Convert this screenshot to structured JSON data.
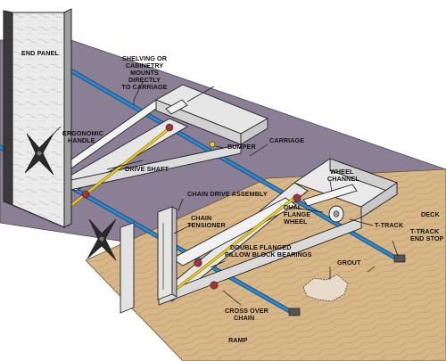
{
  "diagram": {
    "labels": {
      "end_panel": "END PANEL",
      "shelving_1": "SHELVING OR",
      "shelving_2": "CABINETRY",
      "shelving_3": "MOUNTS",
      "shelving_4": "DIRECTLY",
      "shelving_5": "TO CARRIAGE",
      "ergonomic_1": "ERGONOMIC",
      "ergonomic_2": "HANDLE",
      "drive_shaft": "DRIVE SHAFT",
      "bumper": "BUMPER",
      "carriage": "CARRIAGE",
      "wheel_channel_1": "WHEEL",
      "wheel_channel_2": "CHANNEL",
      "chain_drive": "CHAIN DRIVE ASSEMBLY",
      "chain_tensioner_1": "CHAIN",
      "chain_tensioner_2": "TENSIONER",
      "dual_flange_1": "DUAL",
      "dual_flange_2": "FLANGE",
      "dual_flange_3": "WHEEL",
      "t_track": "T-TRACK",
      "deck": "DECK",
      "end_stop_1": "T-TRACK",
      "end_stop_2": "END STOP",
      "pillow_1": "DOUBLE FLANGED",
      "pillow_2": "PILLOW BLOCK BEARINGS",
      "grout": "GROUT",
      "cross_over_1": "CROSS OVER",
      "cross_over_2": "CHAIN",
      "ramp": "RAMP"
    },
    "colors": {
      "ramp_floor": "#8a7f95",
      "deck_wood": "#d7b788",
      "wood_grain": "#b08a5a",
      "track_blue": "#2c8ad0",
      "frame_steel": "#e6e6e6",
      "frame_edge": "#222222",
      "panel": "#ebebeb",
      "shaft_yellow": "#f2d21a",
      "bearing_red": "#a8323a"
    }
  }
}
